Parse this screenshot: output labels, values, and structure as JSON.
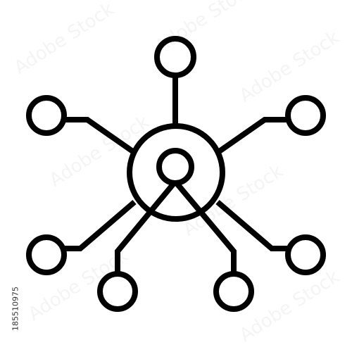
{
  "stock_image": {
    "id_text": "185510975",
    "watermark_text": "Adobe Stock",
    "colors": {
      "background": "#ffffff",
      "stroke": "#000000",
      "watermark": "#000000"
    }
  },
  "icon": {
    "name": "network-hub-icon",
    "description_elements": [
      "central-node",
      "person-node",
      "satellite-nodes",
      "connector-lines"
    ]
  }
}
